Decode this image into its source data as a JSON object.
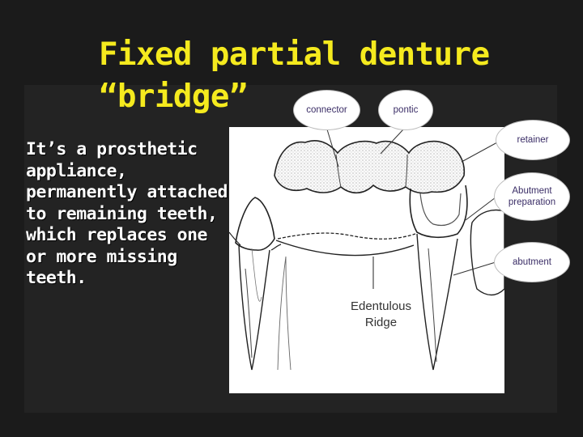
{
  "title": {
    "line1": "Fixed partial denture",
    "line2": "“bridge”"
  },
  "body": {
    "text": "It’s a prosthetic appliance, permanently attached to remaining teeth, which replaces one or more missing teeth."
  },
  "figure": {
    "ridge_label_line1": "Edentulous",
    "ridge_label_line2": "Ridge"
  },
  "callouts": {
    "connector": "connector",
    "pontic": "pontic",
    "retainer": "retainer",
    "abutment_preparation": "Abutment preparation",
    "abutment": "abutment"
  },
  "colors": {
    "background": "#1b1b1b",
    "title": "#f5ea1e",
    "body_text": "#ffffff",
    "callout_text": "#3a2d66"
  }
}
